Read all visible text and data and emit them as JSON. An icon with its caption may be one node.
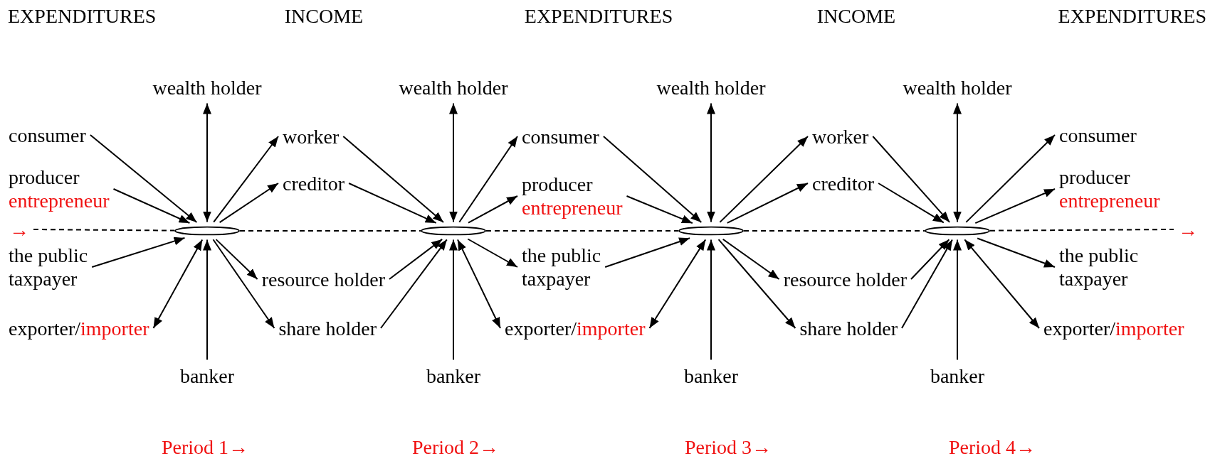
{
  "diagram": {
    "nodes": [
      {
        "text": [
          "consumer"
        ]
      },
      {
        "text": [
          "producer",
          "entrepreneur"
        ]
      },
      {
        "text": [
          "the public",
          "taxpayer"
        ]
      },
      {
        "text": [
          "exporter/",
          "importer"
        ]
      },
      {
        "text": [
          "wealth holder"
        ]
      },
      {
        "text": [],
        "shape": "ellipse"
      },
      {
        "text": [
          "banker"
        ]
      },
      {
        "text": [
          "worker"
        ]
      },
      {
        "text": [
          "creditor"
        ]
      },
      {
        "text": [
          "resource holder"
        ]
      },
      {
        "text": [
          "share holder"
        ]
      },
      {
        "text": [
          "wealth holder"
        ]
      },
      {
        "text": [],
        "shape": "ellipse"
      },
      {
        "text": [
          "banker"
        ]
      },
      {
        "text": [
          "consumer"
        ]
      },
      {
        "text": [
          "producer",
          "entrepreneur"
        ]
      },
      {
        "text": [
          "the public",
          "taxpayer"
        ]
      },
      {
        "text": [
          "exporter/",
          "importer"
        ]
      },
      {
        "text": [
          "wealth holder"
        ]
      },
      {
        "text": [],
        "shape": "ellipse"
      },
      {
        "text": [
          "banker"
        ]
      },
      {
        "text": [
          "worker"
        ]
      },
      {
        "text": [
          "creditor"
        ]
      },
      {
        "text": [
          "resource holder"
        ]
      },
      {
        "text": [
          "share holder"
        ]
      },
      {
        "text": [
          "wealth holder"
        ]
      },
      {
        "text": [],
        "shape": "ellipse"
      },
      {
        "text": [
          "banker"
        ]
      },
      {
        "text": [
          "consumer"
        ]
      },
      {
        "text": [
          "producer",
          "entrepreneur"
        ]
      },
      {
        "text": [
          "the public",
          "taxpayer"
        ]
      },
      {
        "text": [
          "exporter/",
          "importer"
        ]
      },
      {
        "text": [
          "→"
        ]
      },
      {
        "text": [
          "→"
        ]
      }
    ],
    "edges": [
      {
        "from": 0,
        "to": 5,
        "arrow": "to"
      },
      {
        "from": 1,
        "to": 5,
        "arrow": "to"
      },
      {
        "from": 2,
        "to": 5,
        "arrow": "to"
      },
      {
        "from": 5,
        "to": 3,
        "arrow": "both"
      },
      {
        "from": 5,
        "to": 4,
        "arrow": "both"
      },
      {
        "from": 6,
        "to": 5,
        "arrow": "to"
      },
      {
        "from": 5,
        "to": 7,
        "arrow": "to"
      },
      {
        "from": 5,
        "to": 8,
        "arrow": "to"
      },
      {
        "from": 5,
        "to": 9,
        "arrow": "to"
      },
      {
        "from": 5,
        "to": 10,
        "arrow": "to"
      },
      {
        "from": 7,
        "to": 12,
        "arrow": "to"
      },
      {
        "from": 8,
        "to": 12,
        "arrow": "to"
      },
      {
        "from": 9,
        "to": 12,
        "arrow": "to"
      },
      {
        "from": 10,
        "to": 12,
        "arrow": "to"
      },
      {
        "from": 12,
        "to": 11,
        "arrow": "both"
      },
      {
        "from": 13,
        "to": 12,
        "arrow": "to"
      },
      {
        "from": 12,
        "to": 14,
        "arrow": "to"
      },
      {
        "from": 12,
        "to": 15,
        "arrow": "to"
      },
      {
        "from": 12,
        "to": 16,
        "arrow": "to"
      },
      {
        "from": 12,
        "to": 17,
        "arrow": "both"
      },
      {
        "from": 14,
        "to": 19,
        "arrow": "to"
      },
      {
        "from": 15,
        "to": 19,
        "arrow": "to"
      },
      {
        "from": 16,
        "to": 19,
        "arrow": "to"
      },
      {
        "from": 19,
        "to": 17,
        "arrow": "both"
      },
      {
        "from": 19,
        "to": 18,
        "arrow": "both"
      },
      {
        "from": 20,
        "to": 19,
        "arrow": "to"
      },
      {
        "from": 19,
        "to": 21,
        "arrow": "to"
      },
      {
        "from": 19,
        "to": 22,
        "arrow": "to"
      },
      {
        "from": 19,
        "to": 23,
        "arrow": "to"
      },
      {
        "from": 19,
        "to": 24,
        "arrow": "to"
      },
      {
        "from": 21,
        "to": 26,
        "arrow": "to"
      },
      {
        "from": 22,
        "to": 26,
        "arrow": "to"
      },
      {
        "from": 23,
        "to": 26,
        "arrow": "to"
      },
      {
        "from": 24,
        "to": 26,
        "arrow": "to"
      },
      {
        "from": 26,
        "to": 25,
        "arrow": "both"
      },
      {
        "from": 27,
        "to": 26,
        "arrow": "to"
      },
      {
        "from": 26,
        "to": 28,
        "arrow": "to"
      },
      {
        "from": 26,
        "to": 29,
        "arrow": "to"
      },
      {
        "from": 26,
        "to": 30,
        "arrow": "to"
      },
      {
        "from": 26,
        "to": 31,
        "arrow": "both"
      },
      {
        "from": 32,
        "to": 5,
        "arrow": "none",
        "style": "dashed"
      },
      {
        "from": 5,
        "to": 12,
        "arrow": "none",
        "style": "dashed"
      },
      {
        "from": 12,
        "to": 19,
        "arrow": "none",
        "style": "dashed"
      },
      {
        "from": 19,
        "to": 26,
        "arrow": "none",
        "style": "dashed"
      },
      {
        "from": 26,
        "to": 33,
        "arrow": "none",
        "style": "dashed"
      }
    ],
    "labels": [
      "EXPENDITURES",
      "INCOME",
      "EXPENDITURES",
      "INCOME",
      "EXPENDITURES",
      "Period 1→",
      "Period 2→",
      "Period 3→",
      "Period 4→"
    ]
  }
}
